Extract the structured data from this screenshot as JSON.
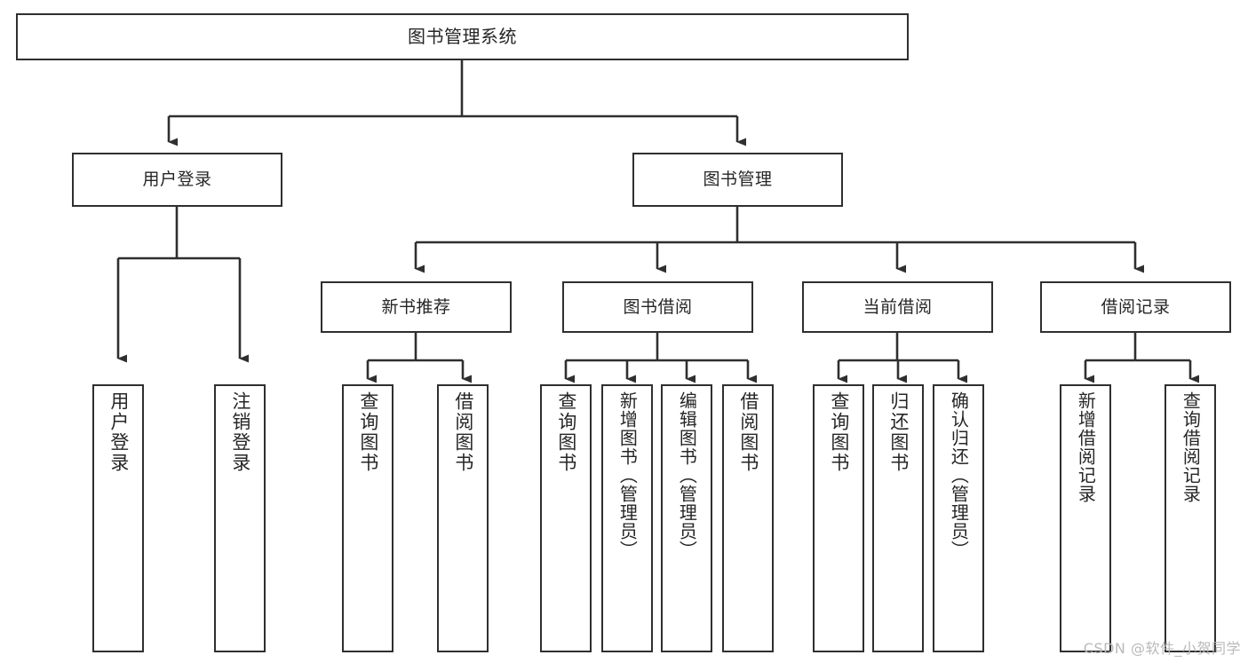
{
  "diagram": {
    "title": "图书管理系统",
    "type": "hierarchy-tree",
    "background_color": "#ffffff",
    "stroke_color": "#2f2f2f",
    "text_color": "#262626",
    "watermark": "CSDN @软件_小贺同学",
    "levels": [
      {
        "level": 0,
        "nodes": [
          {
            "id": "root",
            "label": "图书管理系统"
          }
        ]
      },
      {
        "level": 1,
        "nodes": [
          {
            "id": "user-login",
            "label": "用户登录",
            "parent": "root"
          },
          {
            "id": "book-manage",
            "label": "图书管理",
            "parent": "root"
          }
        ]
      },
      {
        "level": 2,
        "nodes": [
          {
            "id": "new-book-rec",
            "label": "新书推荐",
            "parent": "book-manage"
          },
          {
            "id": "book-borrow",
            "label": "图书借阅",
            "parent": "book-manage"
          },
          {
            "id": "current-borrow",
            "label": "当前借阅",
            "parent": "book-manage"
          },
          {
            "id": "borrow-record",
            "label": "借阅记录",
            "parent": "book-manage"
          }
        ]
      },
      {
        "level": 3,
        "nodes": [
          {
            "id": "leaf-user-login",
            "label": "用户登录",
            "parent": "user-login"
          },
          {
            "id": "leaf-user-logout",
            "label": "注销登录",
            "parent": "user-login"
          },
          {
            "id": "leaf-query-book-1",
            "label": "查询图书",
            "parent": "new-book-rec"
          },
          {
            "id": "leaf-borrow-book-1",
            "label": "借阅图书",
            "parent": "new-book-rec"
          },
          {
            "id": "leaf-query-book-2",
            "label": "查询图书",
            "parent": "book-borrow"
          },
          {
            "id": "leaf-add-book",
            "label": "新增图书（管理员）",
            "parent": "book-borrow"
          },
          {
            "id": "leaf-edit-book",
            "label": "编辑图书（管理员）",
            "parent": "book-borrow"
          },
          {
            "id": "leaf-borrow-book-2",
            "label": "借阅图书",
            "parent": "book-borrow"
          },
          {
            "id": "leaf-query-book-3",
            "label": "查询图书",
            "parent": "current-borrow"
          },
          {
            "id": "leaf-return-book",
            "label": "归还图书",
            "parent": "current-borrow"
          },
          {
            "id": "leaf-confirm-return",
            "label": "确认归还（管理员）",
            "parent": "current-borrow"
          },
          {
            "id": "leaf-add-record",
            "label": "新增借阅记录",
            "parent": "borrow-record"
          },
          {
            "id": "leaf-query-record",
            "label": "查询借阅记录",
            "parent": "borrow-record"
          }
        ]
      }
    ]
  }
}
